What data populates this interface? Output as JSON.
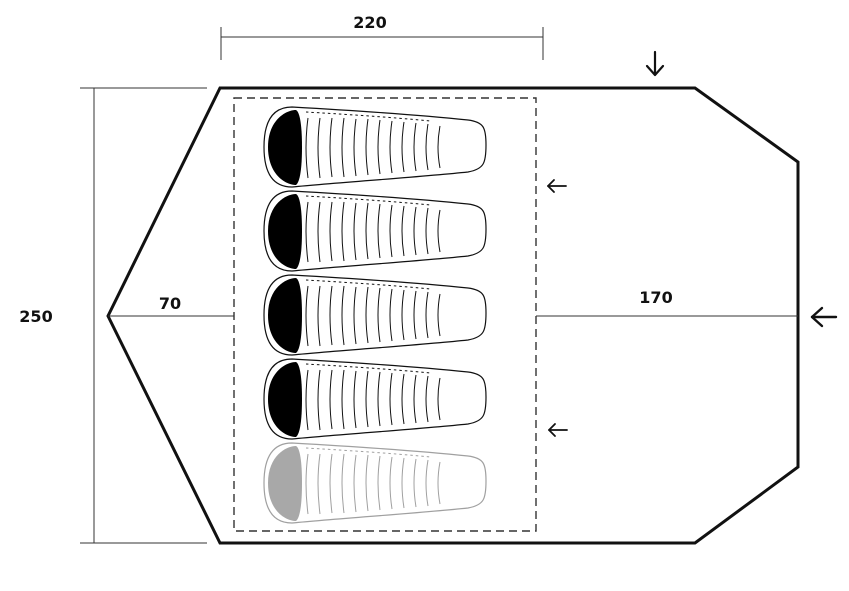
{
  "diagram": {
    "dimensions": {
      "top_width": "220",
      "left_height": "250",
      "left_depth": "70",
      "right_depth": "170"
    },
    "sleeping_bags": {
      "count": 5,
      "faded_count": 1
    },
    "entrance_arrows": {
      "count": 4
    },
    "colors": {
      "outline": "#111111",
      "bag_head": "#000000",
      "faded_outline": "#a0a0a0",
      "faded_head": "#a8a8a8",
      "background": "#ffffff"
    }
  }
}
